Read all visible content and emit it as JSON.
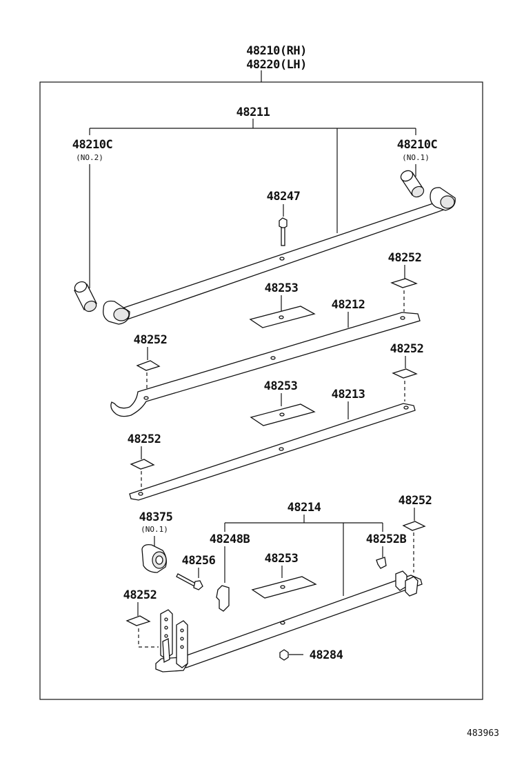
{
  "assembly": {
    "rh_label": "48210(RH)",
    "lh_label": "48220(LH)"
  },
  "parts": {
    "leaf_main": "48211",
    "bushing_left": "48210C",
    "bushing_left_note": "(NO.2)",
    "bushing_right": "48210C",
    "bushing_right_note": "(NO.1)",
    "center_bolt": "48247",
    "leaf_2": "48212",
    "leaf_3": "48213",
    "leaf_4": "48214",
    "liner_1": "48253",
    "liner_2": "48253",
    "liner_3": "48253",
    "insert_r1": "48252",
    "insert_l1": "48252",
    "insert_r2": "48252",
    "insert_l2": "48252",
    "insert_r3": "48252",
    "insert_l3": "48252",
    "bushing_lower": "48375",
    "bushing_lower_note": "(NO.1)",
    "clip_bolt": "48256",
    "clip_left": "48248B",
    "clip_right": "48252B",
    "nut": "48284"
  },
  "reference_number": "483963"
}
